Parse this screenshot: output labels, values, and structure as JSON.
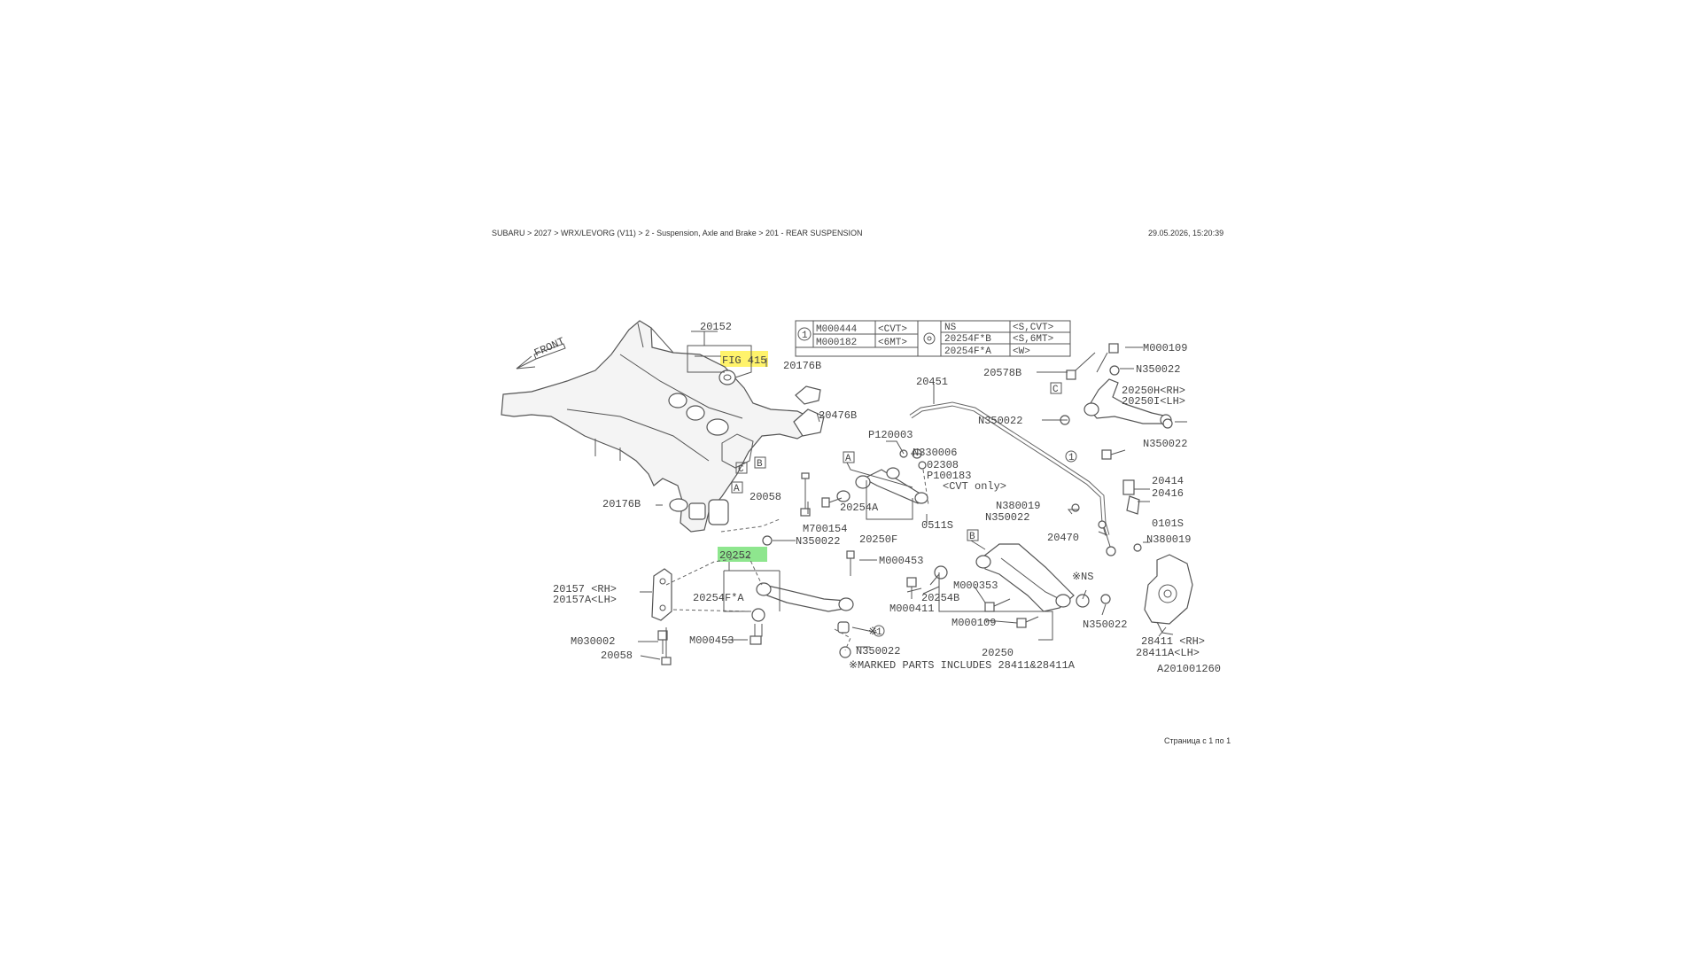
{
  "header": {
    "breadcrumb": "SUBARU > 2027 > WRX/LEVORG (V11) > 2 - Suspension, Axle and Brake > 201 - REAR SUSPENSION",
    "timestamp": "29.05.2026, 15:20:39"
  },
  "footer": {
    "page_info": "Страница с 1 по 1"
  },
  "highlights": {
    "yellow": "#fff36b",
    "green": "#8ee68e"
  },
  "diagram": {
    "front_label": "FRONT",
    "legend": {
      "circle_symbol": "1",
      "rows_left": [
        {
          "part": "M000444",
          "cond": "<CVT>"
        },
        {
          "part": "M000182",
          "cond": "<6MT>"
        }
      ],
      "rows_right": [
        {
          "part": "NS",
          "cond": "<S,CVT>"
        },
        {
          "part": "20254F*B",
          "cond": "<S,6MT>"
        },
        {
          "part": "20254F*A",
          "cond": "<W>"
        }
      ]
    },
    "box_letters": {
      "a": "A",
      "b": "B",
      "c": "C"
    },
    "labels": {
      "p20152": "20152",
      "fig415": "FIG 415",
      "p20176B_top": "20176B",
      "p20476B": "20476B",
      "p20451": "20451",
      "p20578B": "20578B",
      "m000109_top": "M000109",
      "n350022_1": "N350022",
      "p20250H": "20250H<RH>",
      "p20250I": "20250I<LH>",
      "n350022_2": "N350022",
      "n350022_3": "N350022",
      "p120003": "P120003",
      "n330006": "N330006",
      "p02308": "02308",
      "p100183": "P100183",
      "cvt_only": "<CVT only>",
      "n380019_1": "N380019",
      "n350022_4": "N350022",
      "p20414": "20414",
      "p20416": "20416",
      "p0101S": "0101S",
      "p20470": "20470",
      "n380019_2": "N380019",
      "p20058_mid": "20058",
      "p20176B_left": "20176B",
      "p20254A": "20254A",
      "p0511S": "0511S",
      "m700154": "M700154",
      "n350022_5": "N350022",
      "p20250F": "20250F",
      "p20252": "20252",
      "m000453_1": "M000453",
      "m000411": "M000411",
      "p20254B": "20254B",
      "m000353": "M000353",
      "ns_star": "※NS",
      "n350022_6": "N350022",
      "p28411": "28411 <RH>",
      "p28411A": "28411A<LH>",
      "p20157": "20157 <RH>",
      "p20157A": "20157A<LH>",
      "p20254F_A": "20254F*A",
      "m030002": "M030002",
      "p20058_bot": "20058",
      "m000453_2": "M000453",
      "star_mark": "※",
      "n350022_7": "N350022",
      "m000109_bot": "M000109",
      "p20250": "20250",
      "note": "※MARKED PARTS INCLUDES 28411&28411A",
      "code": "A201001260"
    }
  }
}
